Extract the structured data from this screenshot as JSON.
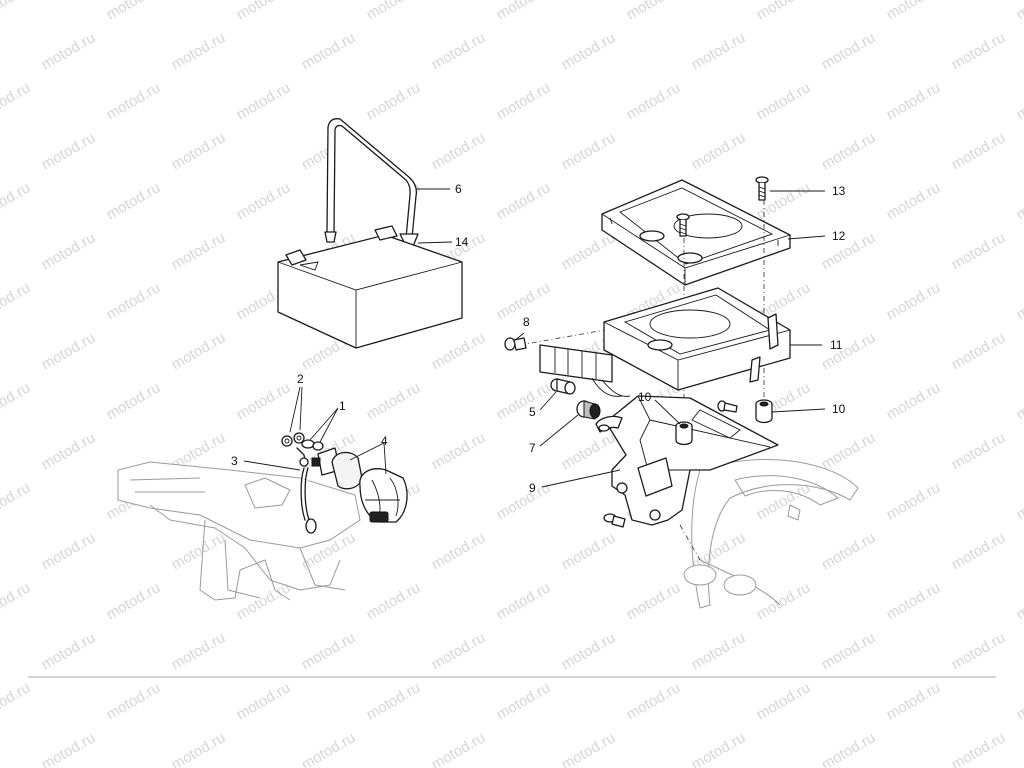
{
  "watermark": {
    "text": "motod.ru"
  },
  "callouts": {
    "n1": "1",
    "n2": "2",
    "n3": "3",
    "n4": "4",
    "n5": "5",
    "n6": "6",
    "n7": "7",
    "n8": "8",
    "n9": "9",
    "n10a": "10",
    "n10b": "10",
    "n11": "11",
    "n12": "12",
    "n13": "13",
    "n14": "14"
  },
  "colors": {
    "line": "#1a1a1a",
    "ghost": "#9a9a9a",
    "watermark": "#d6d6d6",
    "rule": "#aaaaaa"
  }
}
